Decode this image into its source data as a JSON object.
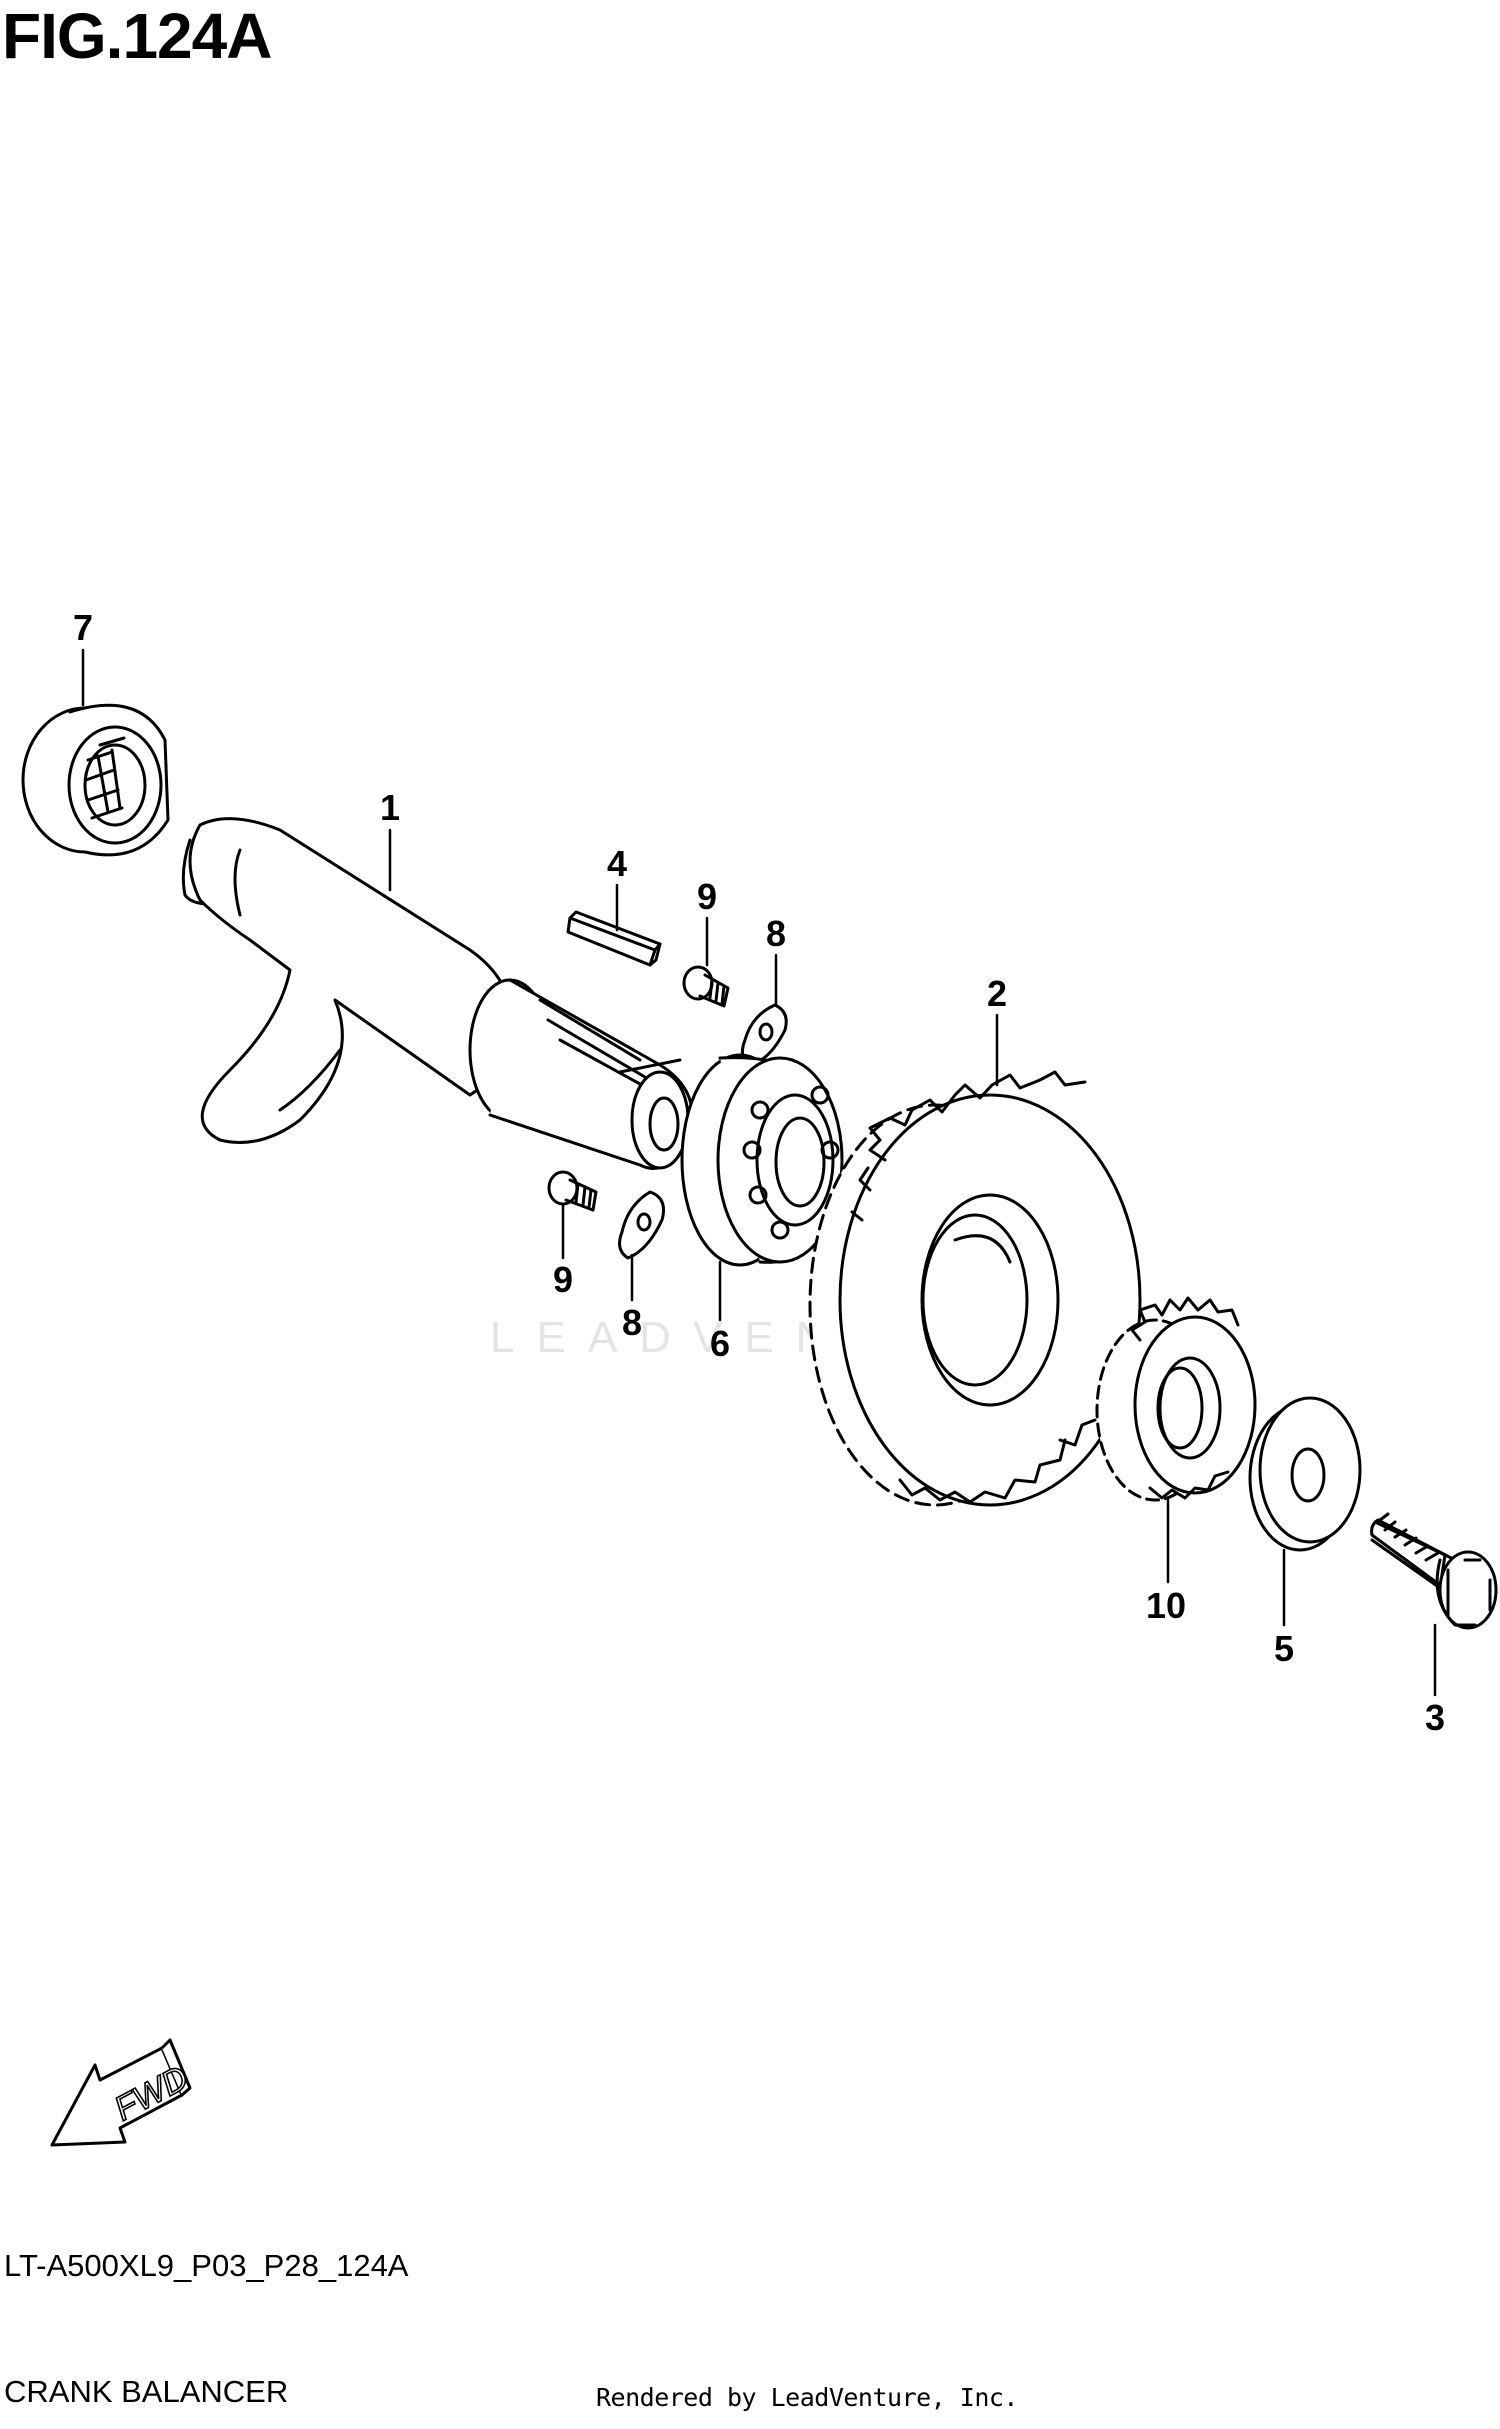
{
  "figure": {
    "title": "FIG.124A",
    "code": "LT-A500XL9_P03_P28_124A",
    "name": "CRANK BALANCER"
  },
  "watermark": "LEADVENTURE",
  "footer": {
    "rendered_by": "Rendered by LeadVenture, Inc."
  },
  "direction_badge": {
    "label": "FWD"
  },
  "callouts": [
    {
      "number": "1",
      "part": "crank-balancer-shaft"
    },
    {
      "number": "2",
      "part": "balancer-driven-gear"
    },
    {
      "number": "3",
      "part": "bolt"
    },
    {
      "number": "4",
      "part": "key"
    },
    {
      "number": "5",
      "part": "washer"
    },
    {
      "number": "6",
      "part": "ball-bearing"
    },
    {
      "number": "7",
      "part": "needle-bearing"
    },
    {
      "number": "8",
      "part": "lock-washer"
    },
    {
      "number": "8",
      "part": "lock-washer"
    },
    {
      "number": "9",
      "part": "screw"
    },
    {
      "number": "9",
      "part": "screw"
    },
    {
      "number": "10",
      "part": "balancer-drive-gear"
    }
  ]
}
